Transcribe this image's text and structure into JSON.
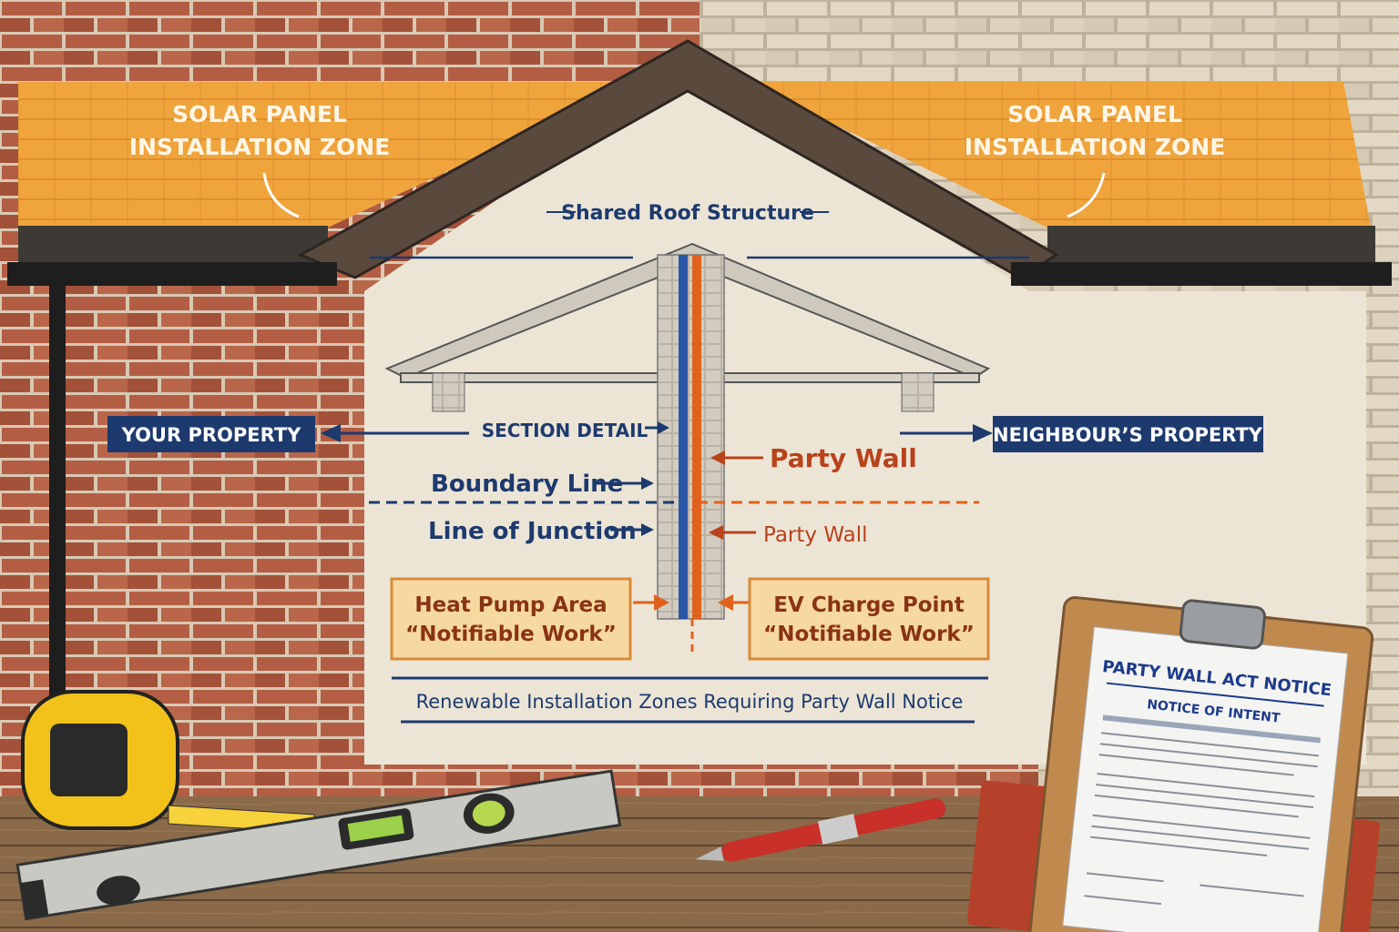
{
  "roof": {
    "left_zone": [
      "SOLAR PANEL",
      "INSTALLATION ZONE"
    ],
    "right_zone": [
      "SOLAR PANEL",
      "INSTALLATION ZONE"
    ],
    "shared_label": "Shared Roof Structure"
  },
  "labels": {
    "your_property": "YOUR PROPERTY",
    "neighbours_property": "NEIGHBOUR’S PROPERTY",
    "section_detail": "SECTION DETAIL",
    "party_wall_upper": "Party Wall",
    "boundary_line": "Boundary Line",
    "line_of_junction": "Line of Junction",
    "party_wall_lower": "Party Wall"
  },
  "boxes": {
    "heat_pump": {
      "title": "Heat Pump Area",
      "subtitle": "“Notifiable Work”"
    },
    "ev_charge": {
      "title": "EV Charge Point",
      "subtitle": "“Notifiable Work”"
    }
  },
  "caption": "Renewable Installation Zones Requiring Party Wall Notice",
  "notice": {
    "title": "PARTY WALL ACT NOTICE",
    "subtitle": "NOTICE OF INTENT"
  },
  "colors": {
    "navy": "#1d3a6e",
    "orange_accent": "#c2461a",
    "roof_orange": "#f0a43c",
    "box_fill": "#f6d9a0",
    "brick_red": "#a9573e",
    "brick_cream": "#ddd2bd",
    "stucco": "#ece5d6",
    "wood": "#8a6a48"
  }
}
